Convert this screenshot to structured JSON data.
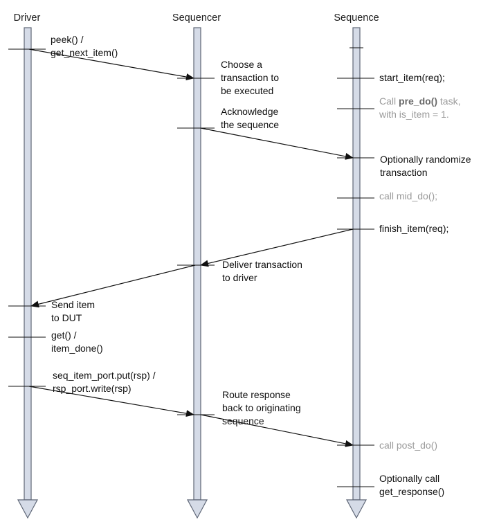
{
  "headers": {
    "driver": "Driver",
    "sequencer": "Sequencer",
    "sequence": "Sequence"
  },
  "driver_notes": {
    "peek": [
      "peek() /",
      "get_next_item()"
    ],
    "send_item": [
      "Send item",
      "to DUT"
    ],
    "get_done": [
      "get() /",
      "item_done()"
    ],
    "put_rsp": [
      "seq_item_port.put(rsp) /",
      "rsp_port.write(rsp)"
    ]
  },
  "sequencer_notes": {
    "choose": [
      "Choose a",
      "transaction to",
      "be executed"
    ],
    "acknowledge": [
      "Acknowledge",
      "the sequence"
    ],
    "deliver": [
      "Deliver transaction",
      "to driver"
    ],
    "route": [
      "Route response",
      "back to originating",
      "sequence"
    ]
  },
  "sequence_notes": {
    "start_item": "start_item(req);",
    "pre_do_prefix": "Call ",
    "pre_do_bold": "pre_do()",
    "pre_do_suffix": " task,",
    "pre_do_line2": "with is_item = 1.",
    "randomize": [
      "Optionally randomize",
      "transaction"
    ],
    "mid_do": "call mid_do();",
    "finish_item": "finish_item(req);",
    "post_do": "call post_do()",
    "get_response": [
      "Optionally call",
      "get_response()"
    ]
  },
  "colors": {
    "lifeline_fill": "#d5dbe7",
    "lifeline_stroke": "#5e6676",
    "text": "#111111",
    "muted_text": "#9a9a9a"
  }
}
